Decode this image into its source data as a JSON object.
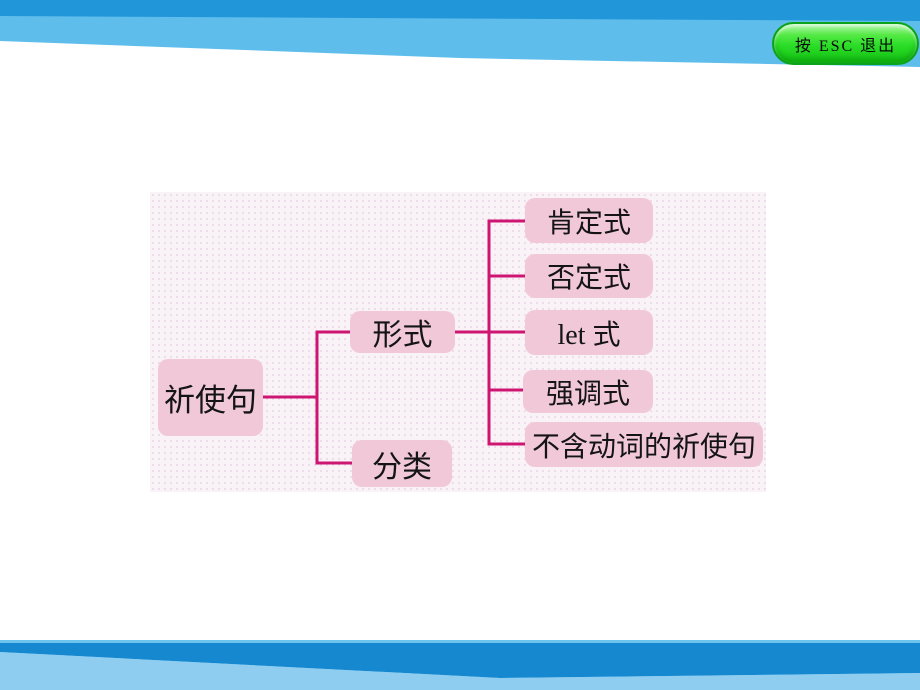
{
  "viewer": {
    "exit_button_label": "按 ESC 退出"
  },
  "colors": {
    "header_dark_blue": "#2196d9",
    "header_light_blue": "#5fbdeb",
    "footer_dark_blue": "#1588d0",
    "footer_light_blue": "#8fcdf0",
    "footer_top_line": "#6ec2ee",
    "button_green": "#2bdd27",
    "button_border_green": "#0ba31b",
    "panel_background": "#f9f2f7",
    "node_pink": "#f1c8d7",
    "connector_magenta": "#ce1572"
  },
  "diagram": {
    "root": {
      "label": "祈使句"
    },
    "branches": [
      {
        "label": "形式"
      },
      {
        "label": "分类"
      }
    ],
    "leaves": [
      {
        "label": "肯定式"
      },
      {
        "label": "否定式"
      },
      {
        "label": "let 式"
      },
      {
        "label": "强调式"
      },
      {
        "label": "不含动词的祈使句"
      }
    ]
  }
}
